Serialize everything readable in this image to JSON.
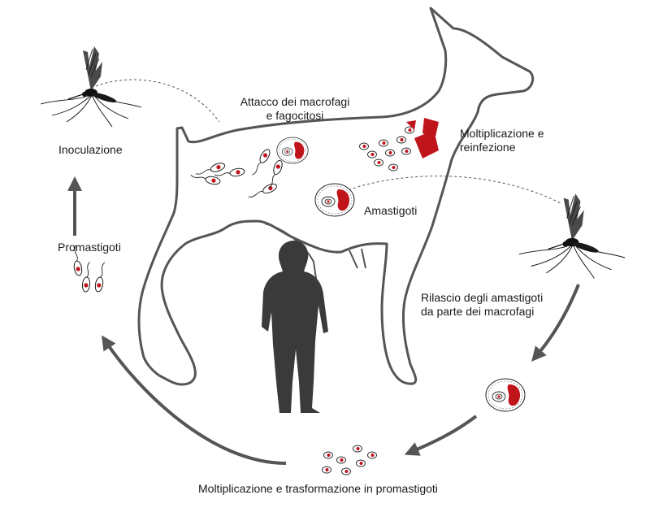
{
  "labels": {
    "attacco_line1": "Attacco dei macrofagi",
    "attacco_line2": "e fagocitosi",
    "moltiplicazione_line1": "Moltiplicazione e",
    "moltiplicazione_line2": "reinfezione",
    "amastigoti": "Amastigoti",
    "inoculazione": "Inoculazione",
    "promastigoti": "Promastigoti",
    "rilascio_line1": "Rilascio degli amastigoti",
    "rilascio_line2": "da parte dei macrofagi",
    "bottom": "Moltiplicazione e trasformazione in promastigoti"
  },
  "colors": {
    "outline": "#555555",
    "arrow": "#555555",
    "human": "#3a3a3a",
    "parasite_red": "#c0141b",
    "mosquito": "#1a1a1a"
  },
  "icons": {
    "host_animal": "dog-outline",
    "human": "human-silhouette",
    "vector": "sandfly-icon",
    "parasite_flagellate": "promastigote-icon",
    "infected_cell": "macrophage-icon"
  }
}
